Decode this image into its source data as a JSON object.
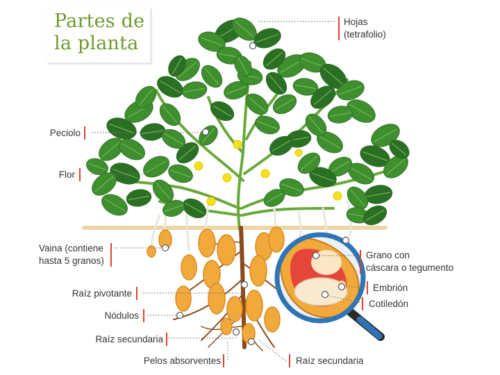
{
  "title": {
    "line1": "Partes de",
    "line2": "la planta"
  },
  "labels": {
    "hojas_1": "Hojas",
    "hojas_2": "(tetrafolio)",
    "peciolo": "Peciolo",
    "flor": "Flor",
    "vaina_1": "Vaina (contiene",
    "vaina_2": "hasta 5 granos)",
    "raiz_pivotante": "Raíz pivotante",
    "nodulos": "Nódulos",
    "raiz_secundaria_left": "Raíz secundaria",
    "pelos_absorventes": "Pelos absorventes",
    "raiz_secundaria_right": "Raíz secundaria",
    "grano_1": "Grano con",
    "grano_2": "cáscara o tegumento",
    "embrion": "Embrión",
    "cotiledon": "Cotiledón"
  },
  "colors": {
    "title": "#6f9a2c",
    "tick": "#d9442b",
    "leaf": "#3f8f2f",
    "leaf_dark": "#2b6f25",
    "stem": "#6aa83b",
    "flower": "#f2e21a",
    "soil": "#ecd6a6",
    "peanut": "#f0a93a",
    "root": "#8a4a1c",
    "lens": "#2f74b5"
  }
}
